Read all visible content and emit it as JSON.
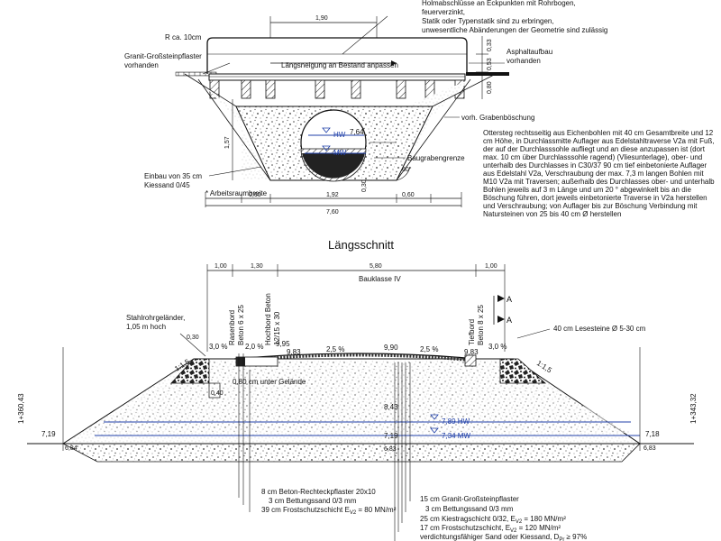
{
  "cross_section": {
    "notes_top": [
      "Holmabschlüsse an Eckpunkten mit Rohrbogen,",
      "feuerverzinkt,",
      "Statik oder Typenstatik sind zu erbringen,",
      "unwesentliche Abänderungen der Geometrie sind zulässig"
    ],
    "dim_top": "1,90",
    "radius": "R ca. 10cm",
    "granite_left": [
      "Granit-Großsteinpflaster",
      "vorhanden"
    ],
    "asphalt_right": [
      "Asphaltaufbau",
      "vorhanden"
    ],
    "slope_note": "Längsneigung an Bestand anpassen",
    "ditch": "vorh. Grabenböschung",
    "dim_vertical": [
      "0,33",
      "0,53",
      "0,80"
    ],
    "dim_height": "1,57",
    "hw_label": "HW",
    "hw_value": "7,64",
    "mw_label": "MW",
    "pit_boundary": "Baugrabengrenze",
    "angle": "60°",
    "fill_note": [
      "Einbau von 35 cm",
      "Kiessand 0/45"
    ],
    "dim_base": [
      "0,60",
      "1,92",
      "0,60"
    ],
    "dim_total": "7,60",
    "dim_small": "0,30",
    "workspace_note": "* Arbeitsraumbreite",
    "description": [
      "Ottersteg rechtsseitig aus Eichenbohlen mit 40 cm Gesamtbreite und 12",
      "cm Höhe, in Durchlassmitte Auflager aus Edelstahltraverse V2a mit Fuß,",
      "der auf der Durchlasssohle aufliegt und an diese anzupassen ist (dort",
      "max. 10 cm über Durchlasssohle ragend) (Vliesunterlage), ober- und",
      "unterhalb des Durchlasses in C30/37 90 cm tief einbetonierte Auflager",
      "aus Edelstahl V2a, Verschraubung der max. 7,3 m langen Bohlen mit",
      "M10 V2a mit Traversen; außerhalb des Durchlasses ober- und unterhalb",
      "Bohlen jeweils auf 3 m Länge und um 20 ° abgewinkelt bis an die",
      "Böschung führen, dort jeweils einbetonierte Traverse in V2a herstellen",
      "und Verschraubung; von Auflager bis zur Böschung Verbindung mit",
      "Natursteinen von 25 bis 40 cm Ø herstellen"
    ]
  },
  "long_section": {
    "title": "Längsschnitt",
    "dims_top": [
      "1,00",
      "1,30",
      "5,80",
      "1,00"
    ],
    "construction_class": "Bauklasse IV",
    "section_mark": "A",
    "rasenbord": [
      "Rasenbord",
      "Beton 6 x 25"
    ],
    "hochbord": [
      "Hochbord Beton",
      "12/15 x 30"
    ],
    "tiefbord": [
      "Tiefbord",
      "Beton 8 x 25"
    ],
    "railing": [
      "Stahlrohrgeländer,",
      "1,05 m hoch"
    ],
    "stones": "40 cm Lesesteine Ø 5-30 cm",
    "dim_030": "0,30",
    "grades": [
      "3,0 %",
      "2,0 %",
      "2,5 %",
      "2,5 %",
      "3,0 %"
    ],
    "elevations": [
      "9,95",
      "9,83",
      "9,90",
      "9,83"
    ],
    "slope": "1:1,5",
    "frost_depth": "0,80 cm unter Gelände",
    "mark_040": "0,40",
    "elev_843": "8,43",
    "hw": "7,89 HW",
    "mw": "7,34 MW",
    "left_elev": "7,19",
    "left_base": "6,84",
    "mid_elev": "7,19",
    "mid_base": "6,83",
    "right_elev": "7,18",
    "right_base": "6,83",
    "station_left": "1+360,43",
    "station_right": "1+343,32",
    "legend_left": [
      "8 cm Beton-Rechteckpflaster 20x10",
      "3 cm Bettungssand 0/3 mm",
      "39 cm Frostschutzschicht E",
      "V2",
      " = 80 MN/m²"
    ],
    "legend_right": [
      "15 cm Granit-Großsteinpflaster",
      "3 cm Bettungssand 0/3 mm",
      "25 cm Kiestragschicht 0/32, E",
      "V2",
      " = 180 MN/m²",
      "17 cm Frostschutzschicht, E",
      "V2",
      " = 120 MN/m²",
      "verdichtungsfähiger Sand oder Kiessand, D",
      "Pr",
      " ≥ 97%"
    ]
  }
}
